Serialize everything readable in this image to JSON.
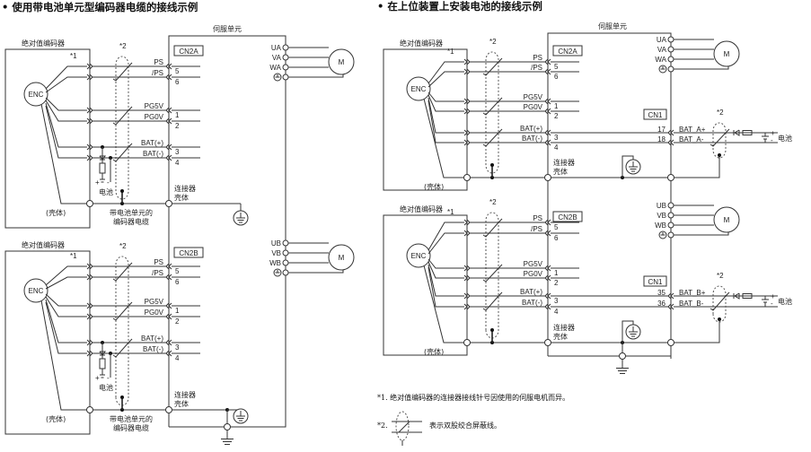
{
  "diagram": {
    "left": {
      "title": "• 使用带电池单元型编码器电缆的接线示例",
      "servo_unit_label": "伺服单元",
      "blocks": [
        {
          "encoder_box_label": "绝对值编码器",
          "encoder_label": "ENC",
          "connector_label": "CN2A",
          "note1_marker": "*1",
          "note2_marker": "*2",
          "signals": [
            {
              "name": "PS",
              "pin": "5"
            },
            {
              "name": "/PS",
              "pin": "6"
            },
            {
              "name": "PG5V",
              "pin": "1"
            },
            {
              "name": "PG0V",
              "pin": "2"
            },
            {
              "name": "BAT(+)",
              "pin": "3"
            },
            {
              "name": "BAT(-)",
              "pin": "4"
            }
          ],
          "shell_label": "(壳体)",
          "battery_label": "电池",
          "cable_label_line1": "带电池单元的",
          "cable_label_line2": "编码器电缆",
          "connector_shell_line1": "连接器",
          "connector_shell_line2": "壳体",
          "motor_terminals": [
            "UA",
            "VA",
            "WA"
          ],
          "motor_label": "M"
        },
        {
          "encoder_box_label": "绝对值编码器",
          "encoder_label": "ENC",
          "connector_label": "CN2B",
          "note1_marker": "*1",
          "note2_marker": "*2",
          "signals": [
            {
              "name": "PS",
              "pin": "5"
            },
            {
              "name": "/PS",
              "pin": "6"
            },
            {
              "name": "PG5V",
              "pin": "1"
            },
            {
              "name": "PG0V",
              "pin": "2"
            },
            {
              "name": "BAT(+)",
              "pin": "3"
            },
            {
              "name": "BAT(-)",
              "pin": "4"
            }
          ],
          "shell_label": "(壳体)",
          "battery_label": "电池",
          "cable_label_line1": "带电池单元的",
          "cable_label_line2": "编码器电缆",
          "connector_shell_line1": "连接器",
          "connector_shell_line2": "壳体",
          "motor_terminals": [
            "UB",
            "VB",
            "WB"
          ],
          "motor_label": "M"
        }
      ]
    },
    "right": {
      "title": "• 在上位装置上安装电池的接线示例",
      "servo_unit_label": "伺服单元",
      "blocks": [
        {
          "encoder_box_label": "绝对值编码器",
          "encoder_label": "ENC",
          "connector_label": "CN2A",
          "note1_marker": "*1",
          "note2_marker": "*2",
          "signals": [
            {
              "name": "PS",
              "pin": "5"
            },
            {
              "name": "/PS",
              "pin": "6"
            },
            {
              "name": "PG5V",
              "pin": "1"
            },
            {
              "name": "PG0V",
              "pin": "2"
            },
            {
              "name": "BAT(+)",
              "pin": "3"
            },
            {
              "name": "BAT(-)",
              "pin": "4"
            }
          ],
          "shell_label": "(壳体)",
          "connector_shell_line1": "连接器",
          "connector_shell_line2": "壳体",
          "motor_terminals": [
            "UA",
            "VA",
            "WA"
          ],
          "motor_label": "M",
          "cn1_label": "CN1",
          "cn1_pins": [
            {
              "pin": "17",
              "name": "BAT_A+"
            },
            {
              "pin": "18",
              "name": "BAT_A-"
            }
          ],
          "battery_label": "电池"
        },
        {
          "encoder_box_label": "绝对值编码器",
          "encoder_label": "ENC",
          "connector_label": "CN2B",
          "note1_marker": "*1",
          "note2_marker": "*2",
          "signals": [
            {
              "name": "PS",
              "pin": "5"
            },
            {
              "name": "/PS",
              "pin": "6"
            },
            {
              "name": "PG5V",
              "pin": "1"
            },
            {
              "name": "PG0V",
              "pin": "2"
            },
            {
              "name": "BAT(+)",
              "pin": "3"
            },
            {
              "name": "BAT(-)",
              "pin": "4"
            }
          ],
          "shell_label": "(壳体)",
          "connector_shell_line1": "连接器",
          "connector_shell_line2": "壳体",
          "motor_terminals": [
            "UB",
            "VB",
            "WB"
          ],
          "motor_label": "M",
          "cn1_label": "CN1",
          "cn1_pins": [
            {
              "pin": "35",
              "name": "BAT_B+"
            },
            {
              "pin": "36",
              "name": "BAT_B-"
            }
          ],
          "battery_label": "电池"
        }
      ]
    },
    "notes": {
      "note1": "*1. 绝对值编码器的连接器接线针号因使用的伺服电机而异。",
      "note2_marker": "*2.",
      "note2_text": "表示双股绞合屏蔽线。"
    }
  }
}
